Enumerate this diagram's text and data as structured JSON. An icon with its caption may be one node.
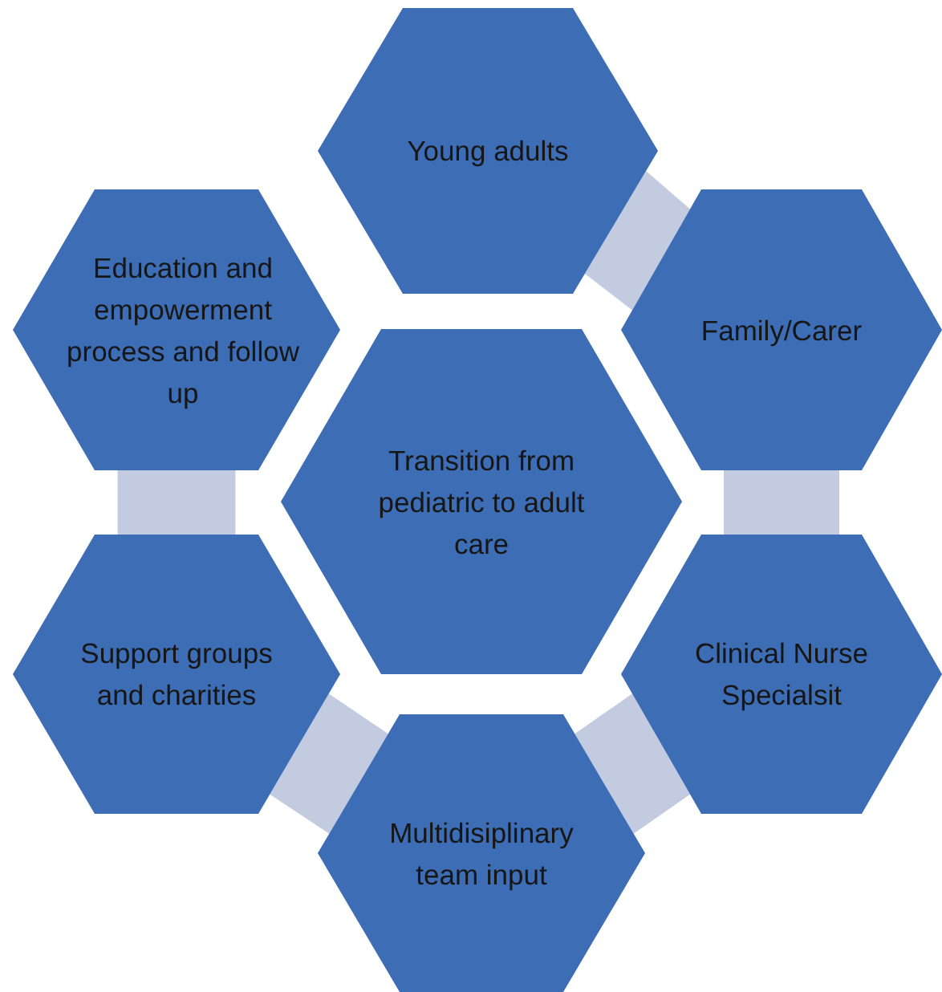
{
  "diagram": {
    "nodes": [
      {
        "text": [
          "Young adults"
        ]
      },
      {
        "text": [
          "Education and empowerment process and follow up"
        ]
      },
      {
        "text": [
          "Family/Carer"
        ]
      },
      {
        "text": [
          "Transition from pediatric to adult care"
        ]
      },
      {
        "text": [
          "Support groups and charities"
        ]
      },
      {
        "text": [
          "Clinical Nurse Specialsit"
        ]
      },
      {
        "text": [
          "Multidisiplinary team input"
        ]
      }
    ],
    "edges": [
      {
        "from": 0,
        "to": 2,
        "arrow": "none",
        "style": "thick",
        "color": "#c3cbe1"
      },
      {
        "from": 2,
        "to": 5,
        "arrow": "none",
        "style": "thick",
        "color": "#c3cbe1"
      },
      {
        "from": 5,
        "to": 6,
        "arrow": "none",
        "style": "thick",
        "color": "#c3cbe1"
      },
      {
        "from": 6,
        "to": 4,
        "arrow": "none",
        "style": "thick",
        "color": "#c3cbe1"
      },
      {
        "from": 4,
        "to": 1,
        "arrow": "none",
        "style": "thick",
        "color": "#c3cbe1"
      }
    ]
  }
}
